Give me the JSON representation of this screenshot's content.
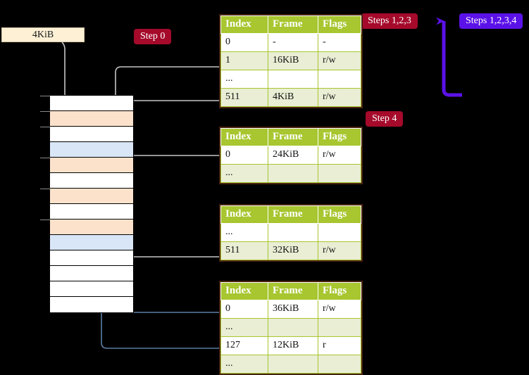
{
  "diagram": {
    "title": "page-table-walk",
    "labels": {
      "size_box": "4KiB",
      "step0": "Step 0",
      "step4": "Step 4",
      "steps123": "Steps 1,2,3",
      "steps1234": "Steps 1,2,3,4"
    },
    "colors": {
      "badge_red": "#a50a2b",
      "badge_purple": "#5b12e8",
      "table_header": "#a7c62f",
      "table_border": "#4a2410",
      "row_alt": "#e9eed4",
      "highlight": "#fdfdaa",
      "mem_peach": "#fde2cb",
      "mem_blue": "#d9e6f7",
      "size_box_bg": "#fdf0d5",
      "wire_grey": "#b8b8b8",
      "wire_blue": "#5b7fa6",
      "background": "#000000"
    }
  },
  "memory_column": {
    "name": "physical-memory",
    "cells": [
      {
        "fill": "white",
        "tick": true
      },
      {
        "fill": "peach",
        "tick": true
      },
      {
        "fill": "white",
        "tick": true
      },
      {
        "fill": "blue",
        "tick": false
      },
      {
        "fill": "peach",
        "tick": true
      },
      {
        "fill": "white",
        "tick": false
      },
      {
        "fill": "peach",
        "tick": true
      },
      {
        "fill": "white",
        "tick": false
      },
      {
        "fill": "peach",
        "tick": true
      },
      {
        "fill": "blue",
        "tick": false
      },
      {
        "fill": "white",
        "tick": false
      },
      {
        "fill": "white",
        "tick": false
      },
      {
        "fill": "white",
        "tick": false
      },
      {
        "fill": "white",
        "tick": false
      }
    ]
  },
  "tables": [
    {
      "name": "page-table-level-1",
      "headers": [
        "Index",
        "Frame",
        "Flags"
      ],
      "rows": [
        {
          "style": "plain",
          "highlight": false,
          "cells": [
            "0",
            "-",
            "-"
          ]
        },
        {
          "style": "alt",
          "highlight": false,
          "cells": [
            "1",
            "16KiB",
            "r/w"
          ]
        },
        {
          "style": "plain",
          "highlight": false,
          "cells": [
            "...",
            "",
            ""
          ]
        },
        {
          "style": "alt",
          "highlight": true,
          "cells": [
            "511",
            "4KiB",
            "r/w"
          ]
        }
      ]
    },
    {
      "name": "page-table-level-2",
      "headers": [
        "Index",
        "Frame",
        "Flags"
      ],
      "rows": [
        {
          "style": "plain",
          "highlight": false,
          "cells": [
            "0",
            "24KiB",
            "r/w"
          ]
        },
        {
          "style": "alt",
          "highlight": false,
          "cells": [
            "...",
            "",
            ""
          ]
        }
      ]
    },
    {
      "name": "page-table-level-3",
      "headers": [
        "Index",
        "Frame",
        "Flags"
      ],
      "rows": [
        {
          "style": "plain",
          "highlight": false,
          "cells": [
            "...",
            "",
            ""
          ]
        },
        {
          "style": "alt",
          "highlight": false,
          "cells": [
            "511",
            "32KiB",
            "r/w"
          ]
        }
      ]
    },
    {
      "name": "page-table-level-4",
      "headers": [
        "Index",
        "Frame",
        "Flags"
      ],
      "rows": [
        {
          "style": "plain",
          "highlight": false,
          "cells": [
            "0",
            "36KiB",
            "r/w"
          ]
        },
        {
          "style": "alt",
          "highlight": false,
          "cells": [
            "...",
            "",
            ""
          ]
        },
        {
          "style": "plain",
          "highlight": false,
          "cells": [
            "127",
            "12KiB",
            "r"
          ]
        },
        {
          "style": "alt",
          "highlight": false,
          "cells": [
            "...",
            "",
            ""
          ]
        }
      ]
    }
  ]
}
